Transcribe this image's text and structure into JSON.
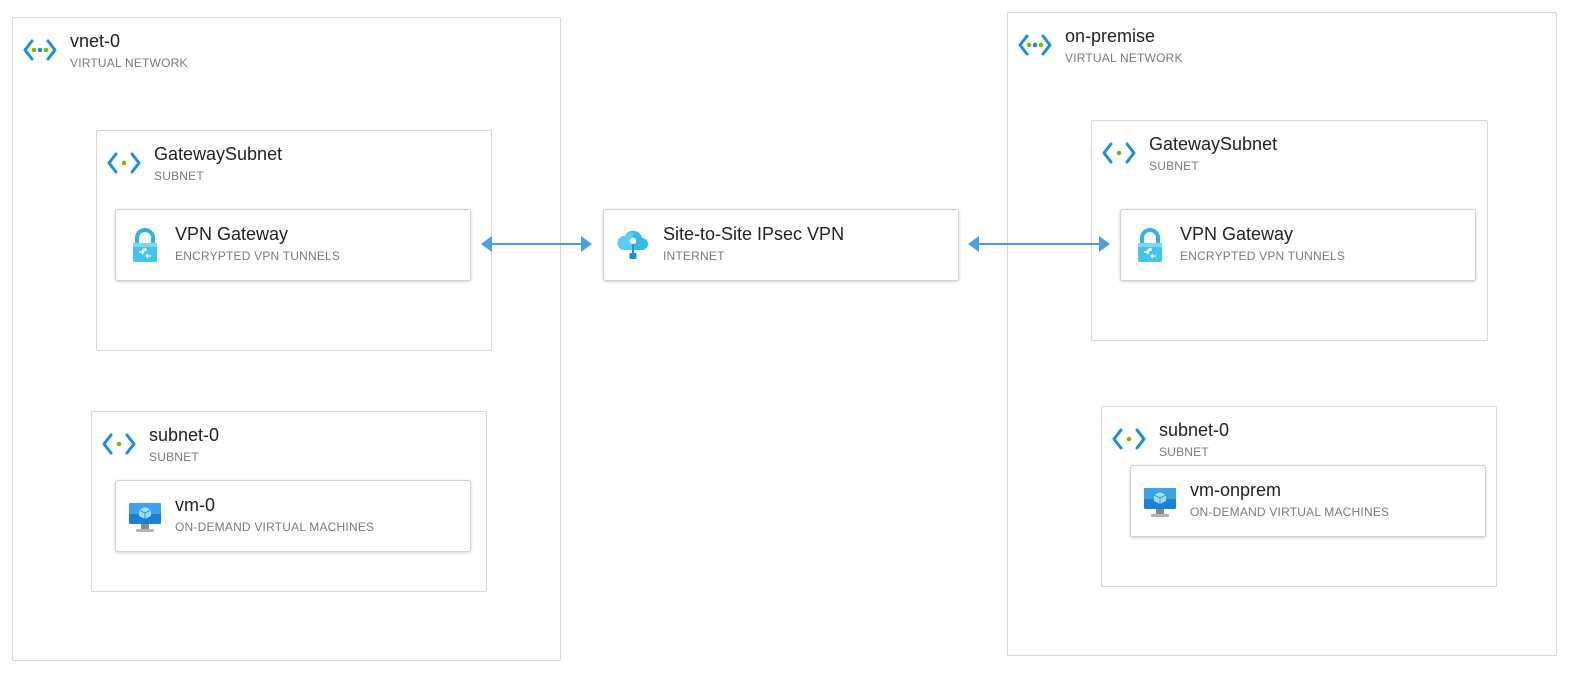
{
  "groups": {
    "vnet0": {
      "title": "vnet-0",
      "subtitle": "VIRTUAL NETWORK",
      "icon": "virtual-network-icon"
    },
    "onprem": {
      "title": "on-premise",
      "subtitle": "VIRTUAL NETWORK",
      "icon": "virtual-network-icon"
    },
    "vnet0_gw": {
      "title": "GatewaySubnet",
      "subtitle": "SUBNET",
      "icon": "subnet-icon"
    },
    "vnet0_sub": {
      "title": "subnet-0",
      "subtitle": "SUBNET",
      "icon": "subnet-icon"
    },
    "onprem_gw": {
      "title": "GatewaySubnet",
      "subtitle": "SUBNET",
      "icon": "subnet-icon"
    },
    "onprem_sub": {
      "title": "subnet-0",
      "subtitle": "SUBNET",
      "icon": "subnet-icon"
    }
  },
  "nodes": {
    "vpn_gw_left": {
      "title": "VPN Gateway",
      "subtitle": "ENCRYPTED VPN TUNNELS",
      "icon": "vpn-gateway-lock-icon"
    },
    "vm0": {
      "title": "vm-0",
      "subtitle": "ON-DEMAND VIRTUAL MACHINES",
      "icon": "virtual-machine-icon"
    },
    "s2s": {
      "title": "Site-to-Site IPsec VPN",
      "subtitle": "INTERNET",
      "icon": "internet-cloud-icon"
    },
    "vpn_gw_right": {
      "title": "VPN Gateway",
      "subtitle": "ENCRYPTED VPN TUNNELS",
      "icon": "vpn-gateway-lock-icon"
    },
    "vm_onprem": {
      "title": "vm-onprem",
      "subtitle": "ON-DEMAND VIRTUAL MACHINES",
      "icon": "virtual-machine-icon"
    }
  },
  "connections": [
    {
      "from": "vpn_gw_left",
      "to": "s2s",
      "direction": "bidirectional"
    },
    {
      "from": "s2s",
      "to": "vpn_gw_right",
      "direction": "bidirectional"
    }
  ],
  "colors": {
    "connector": "#4a9be8",
    "border": "#d6d6d6",
    "subtitle": "#7a7a7a",
    "icon_blue": "#1a8ee0",
    "icon_green": "#7fba00"
  }
}
